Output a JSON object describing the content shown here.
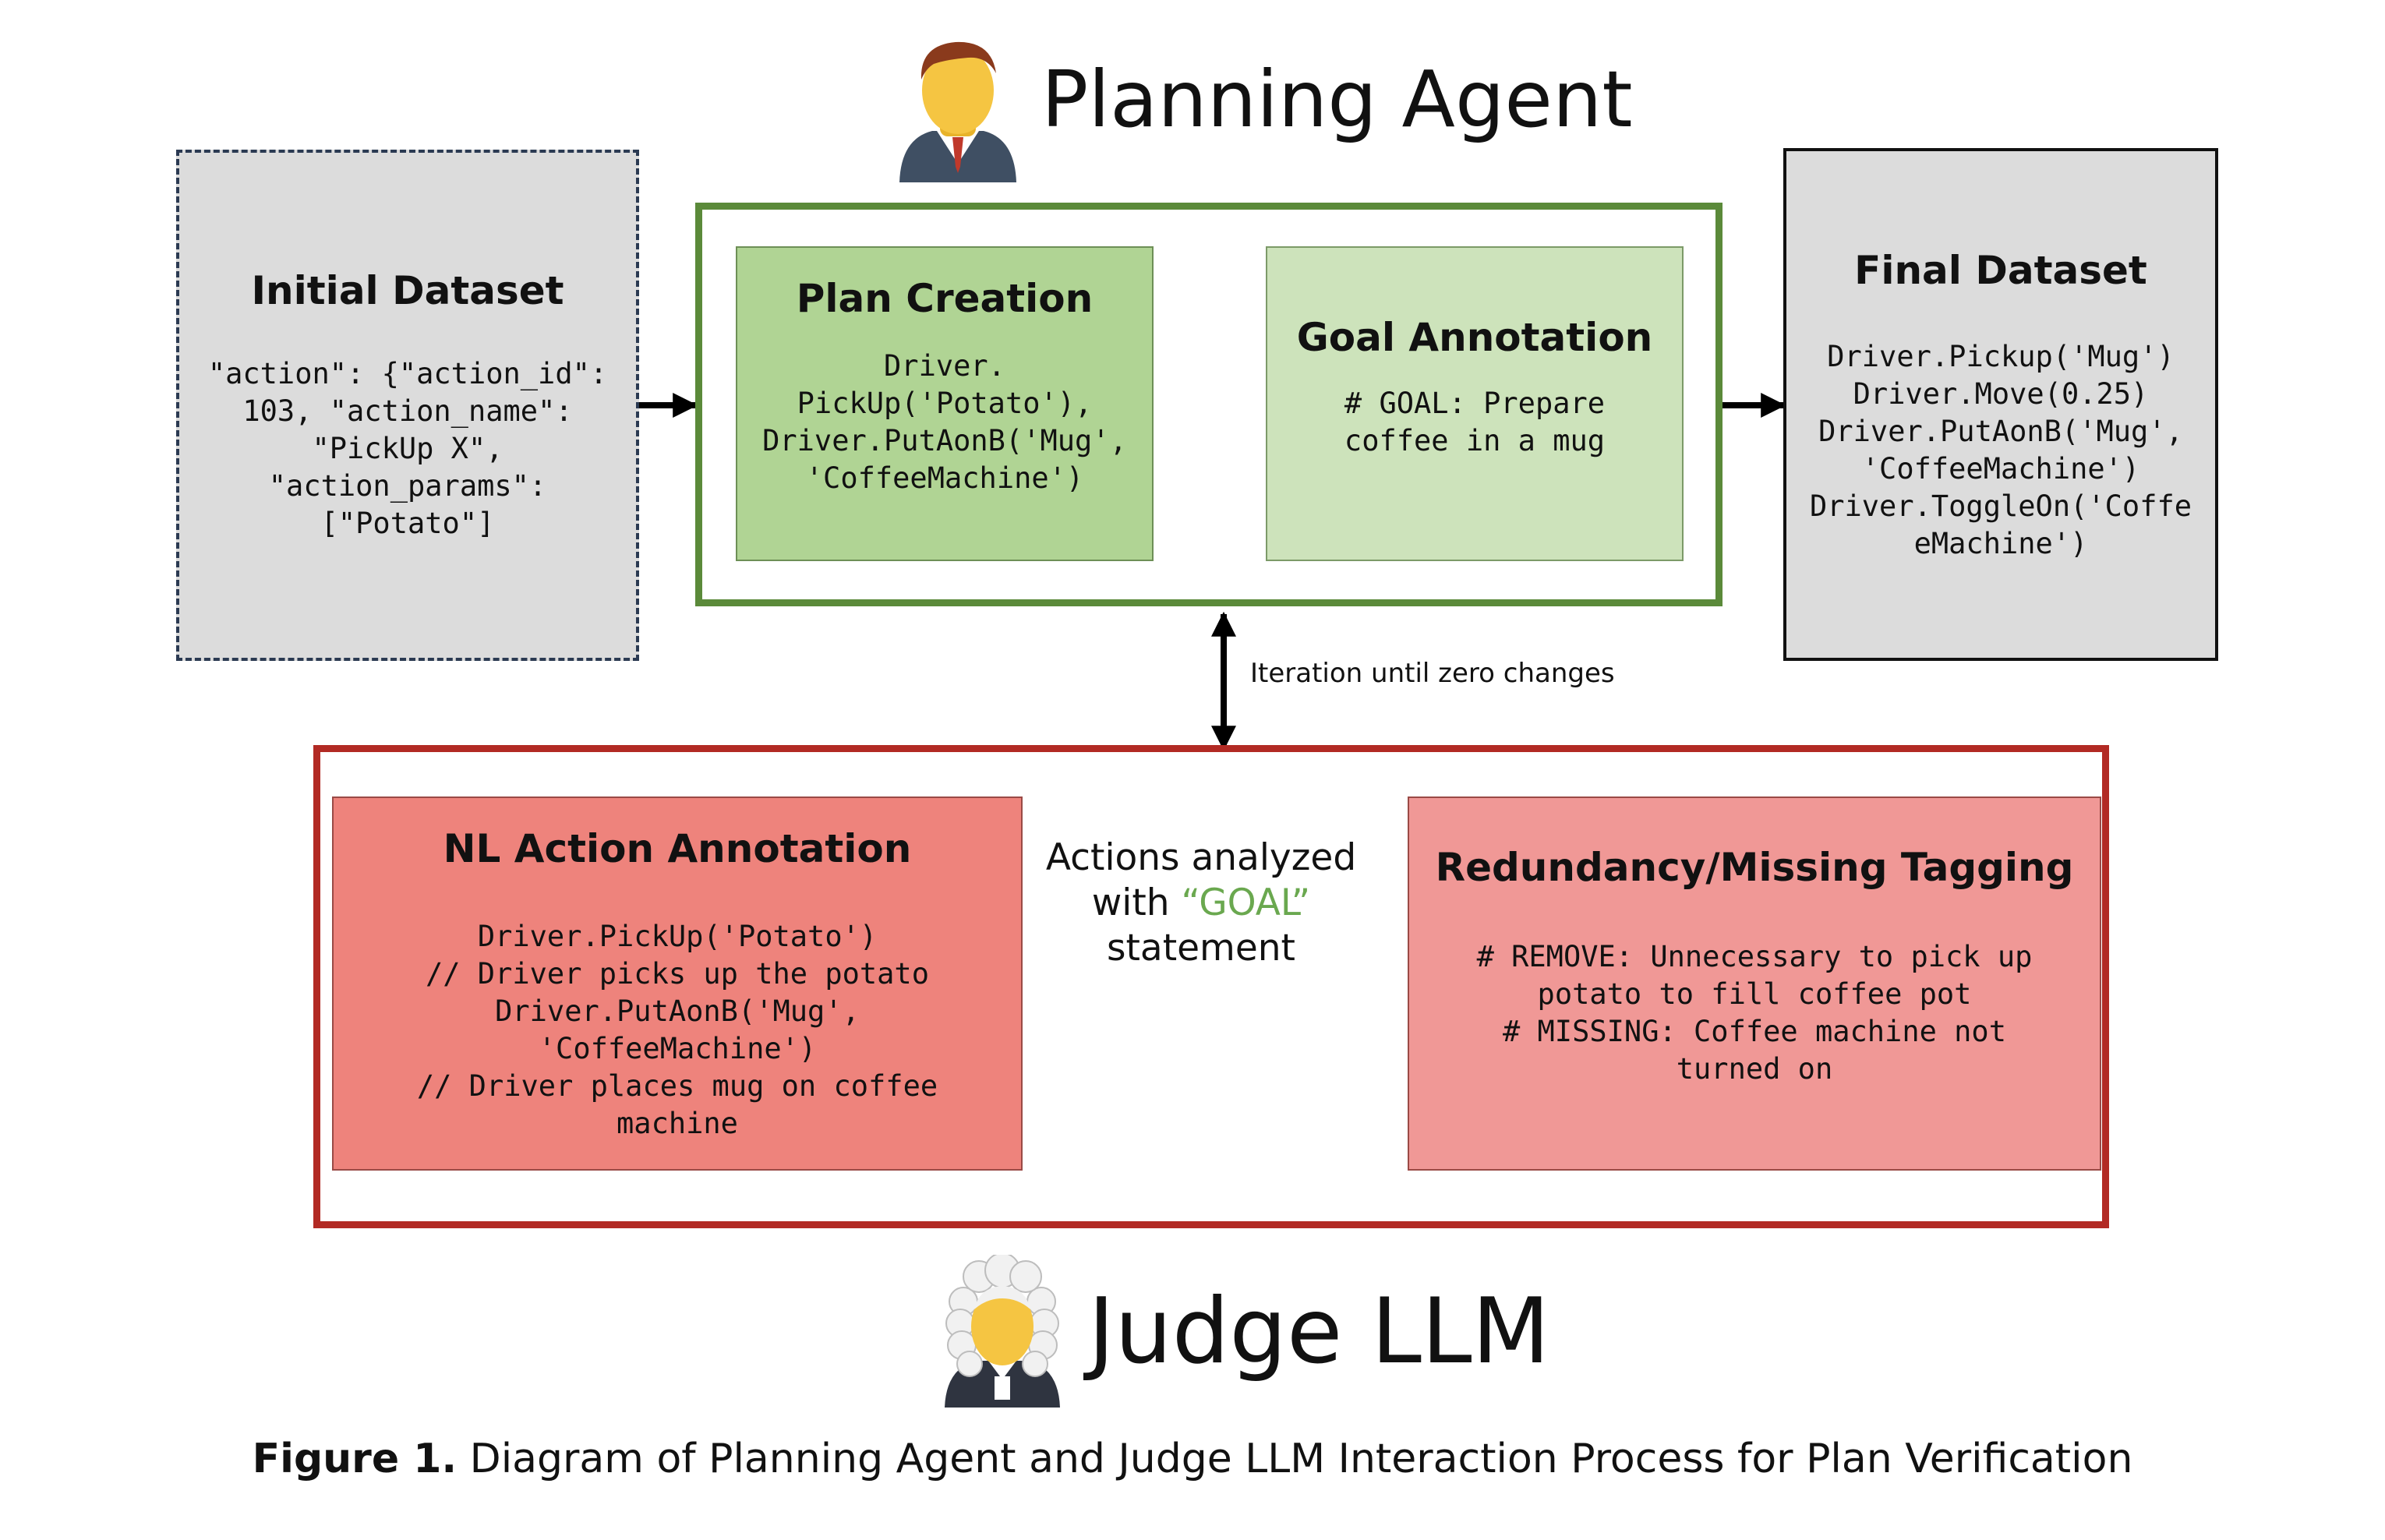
{
  "planning_agent": {
    "title": "Planning Agent",
    "icon": "businessman-icon"
  },
  "judge_llm": {
    "title": "Judge LLM",
    "icon": "judge-icon"
  },
  "initial_dataset": {
    "title": "Initial Dataset",
    "code": "\"action\": {\"action_id\":\n103, \"action_name\":\n\"PickUp X\",\n\"action_params\":\n[\"Potato\"]"
  },
  "plan_creation": {
    "title": "Plan Creation",
    "code": "Driver.\nPickUp('Potato'),\nDriver.PutAonB('Mug',\n'CoffeeMachine')"
  },
  "goal_annotation": {
    "title": "Goal Annotation",
    "code": "# GOAL: Prepare\ncoffee in a mug"
  },
  "final_dataset": {
    "title": "Final Dataset",
    "code": "Driver.Pickup('Mug')\nDriver.Move(0.25)\nDriver.PutAonB('Mug',\n'CoffeeMachine')\nDriver.ToggleOn('Coffe\neMachine')"
  },
  "iteration_label": "Iteration until zero changes",
  "nl_action_annotation": {
    "title": "NL Action Annotation",
    "code": "Driver.PickUp('Potato')\n// Driver picks up the potato\nDriver.PutAonB('Mug',\n'CoffeeMachine')\n// Driver places mug on coffee\nmachine"
  },
  "actions_analyzed": {
    "line1": "Actions analyzed",
    "line2_prefix": "with ",
    "goal_word": "“GOAL”",
    "line3": "statement"
  },
  "redundancy_tagging": {
    "title": "Redundancy/Missing Tagging",
    "code": "# REMOVE: Unnecessary to pick up\npotato to fill coffee pot\n# MISSING: Coffee machine not\nturned on"
  },
  "caption": {
    "label": "Figure 1.",
    "text": " Diagram of Planning Agent and Judge LLM Interaction Process for Plan Verification"
  },
  "colors": {
    "green_border": "#5b8a3a",
    "plan_fill": "#b0d494",
    "goal_fill": "#cde3bb",
    "red_border": "#b22a24",
    "nl_fill": "#ee837c",
    "redundancy_fill": "#f09896",
    "gray_fill": "#dcdcdc",
    "goal_text": "#6aa84f"
  }
}
